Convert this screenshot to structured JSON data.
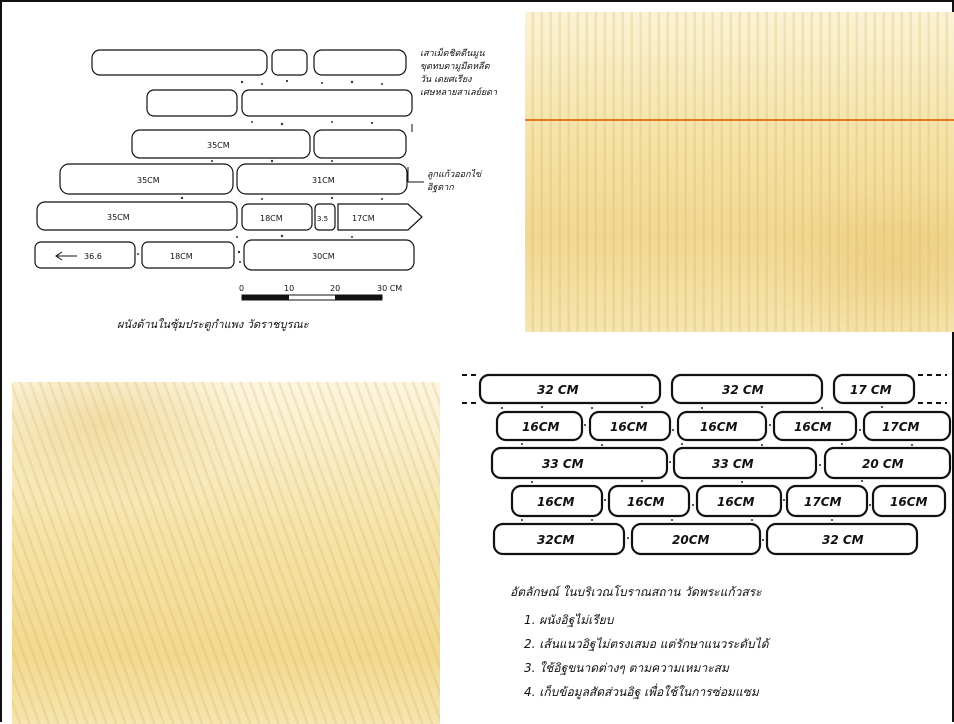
{
  "sketch_a": {
    "top_note_lines": [
      "เสาเม็ดชิดดีนมูน",
      "ขุดทบดามูมีดหลีต",
      "วัน เดยศเรียง",
      "เศษหลายสาเลย์ยดา"
    ],
    "right_note_lines": [
      "ลูกแก้วออกไข่",
      "อิฐตาก"
    ],
    "brick_labels": {
      "r3_left": "35CM",
      "r4_left": "35CM",
      "r4_right": "31CM",
      "r5_left": "35CM",
      "r5_mid": "18CM",
      "r5_small": "3.5",
      "r5_right": "17CM",
      "r6_left": "36.6",
      "r6_mid": "18CM",
      "r6_right": "30CM"
    },
    "scale_ticks": [
      "0",
      "10",
      "20",
      "30 CM"
    ],
    "caption": "ผนังด้านในซุ้มประตูกำแพง วัดราชบูรณะ"
  },
  "sketch_b": {
    "rows": [
      [
        "32 CM",
        "32 CM",
        "17 CM"
      ],
      [
        "16CM",
        "16CM",
        "16CM",
        "16CM",
        "17CM"
      ],
      [
        "33 CM",
        "33 CM",
        "20 CM"
      ],
      [
        "16CM",
        "16CM",
        "16CM",
        "17CM",
        "16CM"
      ],
      [
        "32CM",
        "20CM",
        "32 CM"
      ]
    ],
    "notes_title": "อัตลักษณ์ ในบริเวณโบราณสถาน วัดพระแก้วสระ",
    "notes": [
      "1. ผนังอิฐไม่เรียบ",
      "2. เส้นแนวอิฐไม่ตรงเสมอ แต่รักษาแนวระดับได้",
      "3. ใช้อิฐขนาดต่างๆ ตามความเหมาะสม",
      "4. เก็บข้อมูลสัดส่วนอิฐ เพื่อใช้ในการซ่อมแซม"
    ]
  },
  "colors": {
    "accent_line": "#e07a1c",
    "wallpaper_light": "#fbf3d6",
    "wallpaper_dark": "#f1d891",
    "ink": "#111111"
  }
}
